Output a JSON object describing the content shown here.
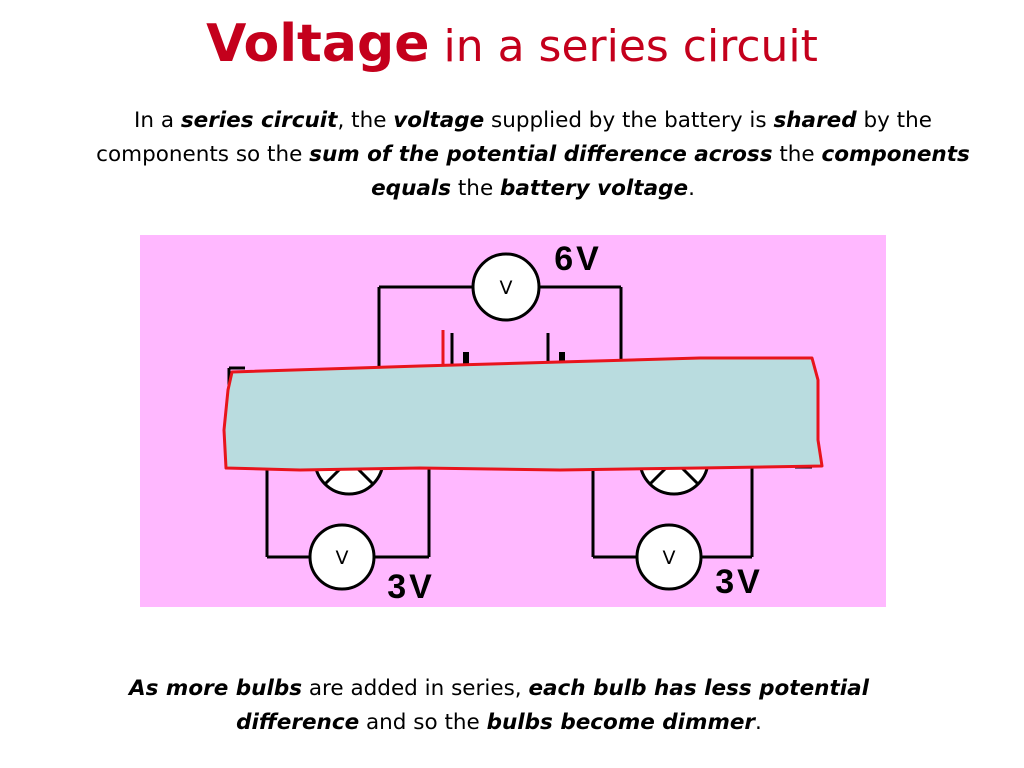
{
  "title": {
    "strong": "Voltage",
    "rest": " in a series circuit"
  },
  "intro": [
    {
      "text": "In a ",
      "em": false
    },
    {
      "text": "series circuit",
      "em": true
    },
    {
      "text": ", the ",
      "em": false
    },
    {
      "text": "voltage",
      "em": true
    },
    {
      "text": " supplied by the battery is ",
      "em": false
    },
    {
      "text": "shared",
      "em": true
    },
    {
      "text": " by the components so the ",
      "em": false
    },
    {
      "text": "sum of the potential difference across",
      "em": true
    },
    {
      "text": " the ",
      "em": false
    },
    {
      "text": "components equals",
      "em": true
    },
    {
      "text": " the ",
      "em": false
    },
    {
      "text": "battery voltage",
      "em": true
    },
    {
      "text": ".",
      "em": false
    }
  ],
  "diagram": {
    "meters": {
      "top": "V",
      "left": "V",
      "right": "V"
    },
    "readings": {
      "battery": "6V",
      "left_bulb": "3V",
      "right_bulb": "3V"
    }
  },
  "footer": [
    {
      "text": "As more bulbs",
      "em": true
    },
    {
      "text": " are added in series, ",
      "em": false
    },
    {
      "text": "each bulb has less potential difference",
      "em": true
    },
    {
      "text": " and so the ",
      "em": false
    },
    {
      "text": "bulbs become dimmer",
      "em": true
    },
    {
      "text": ".",
      "em": false
    }
  ],
  "colors": {
    "title": "#c4001c",
    "diagram_background": "#ffb8ff",
    "cover_box": "#b9dcdf",
    "cover_outline": "#e8141c"
  }
}
